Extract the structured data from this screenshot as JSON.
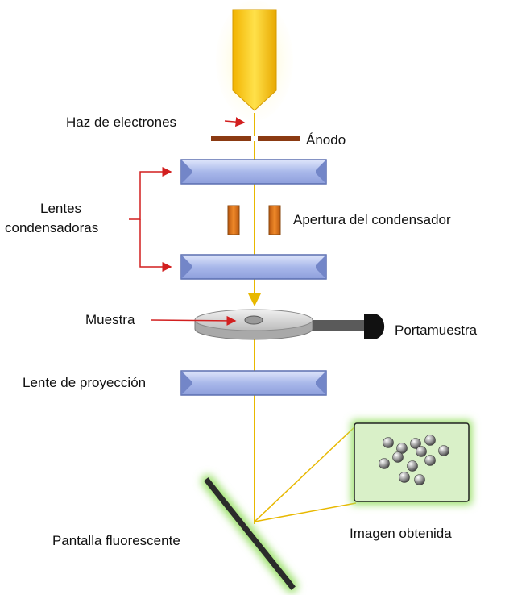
{
  "labels": {
    "electron_beam": "Haz de electrones",
    "anode": "Ánodo",
    "condenser_lenses_line1": "Lentes",
    "condenser_lenses_line2": "condensadoras",
    "condenser_aperture": "Apertura del condensador",
    "sample": "Muestra",
    "sample_holder": "Portamuestra",
    "projection_lens": "Lente de proyección",
    "fluorescent_screen": "Pantalla fluorescente",
    "obtained_image": "Imagen obtenida"
  },
  "colors": {
    "beam": "#e8b800",
    "source_gold": "#f6c200",
    "anode": "#8b3a12",
    "lens_fill": "#b9c6ec",
    "lens_edge": "#5b6fb0",
    "aperture": "#e07a1f",
    "arrow_red": "#d21f1f",
    "stage": "#c8c8c8",
    "screen": "#2b2b2b",
    "screen_glow": "#9be06a",
    "image_panel": "#d9f0c8"
  },
  "particle_count": 12
}
